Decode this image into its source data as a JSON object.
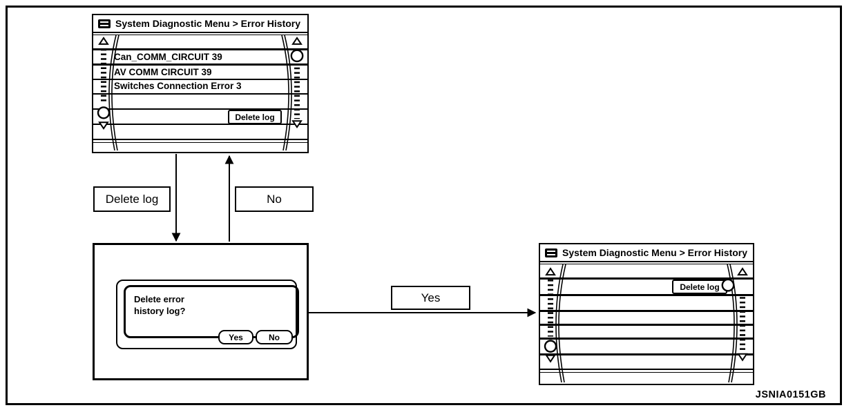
{
  "figure_code": "JSNIA0151GB",
  "colors": {
    "line": "#000000",
    "background": "#ffffff"
  },
  "icons": {
    "title_bar_icon": "display-menu-icon",
    "scroll_up": "up-triangle",
    "scroll_down": "down-triangle",
    "side_knob": "circle-knob"
  },
  "flow_labels": {
    "delete_log": "Delete log",
    "no": "No",
    "yes": "Yes"
  },
  "screens": {
    "error_list": {
      "title": "System Diagnostic Menu > Error History",
      "items": [
        "Can_COMM_CIRCUIT 39",
        "AV COMM CIRCUIT 39",
        "Switches Connection Error 3"
      ],
      "delete_button": "Delete log"
    },
    "confirm_dialog": {
      "message_line1": "Delete error",
      "message_line2": "history log?",
      "yes_button": "Yes",
      "no_button": "No"
    },
    "cleared_list": {
      "title": "System Diagnostic Menu > Error History",
      "delete_button": "Delete log"
    }
  }
}
